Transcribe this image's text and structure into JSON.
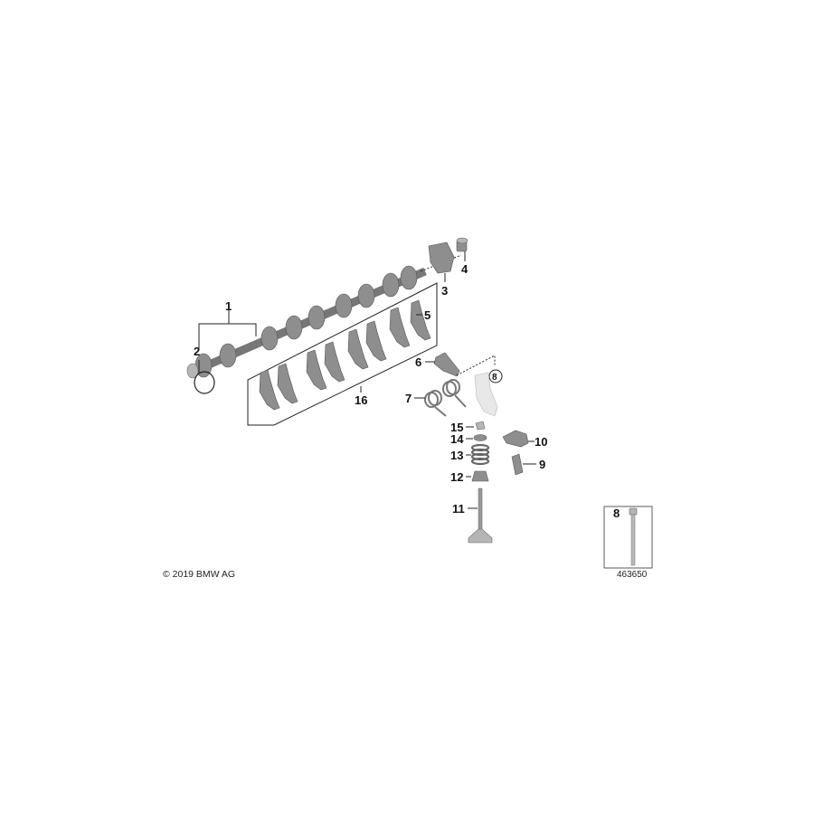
{
  "diagram": {
    "part_labels": [
      "1",
      "2",
      "3",
      "4",
      "5",
      "6",
      "7",
      "8",
      "9",
      "10",
      "11",
      "12",
      "13",
      "14",
      "15",
      "16"
    ],
    "inset": {
      "label": "8",
      "image_number": "463650"
    },
    "copyright": "© 2019 BMW AG"
  },
  "colors": {
    "part": "#8e8e8e",
    "line": "#222222",
    "background": "#ffffff"
  }
}
